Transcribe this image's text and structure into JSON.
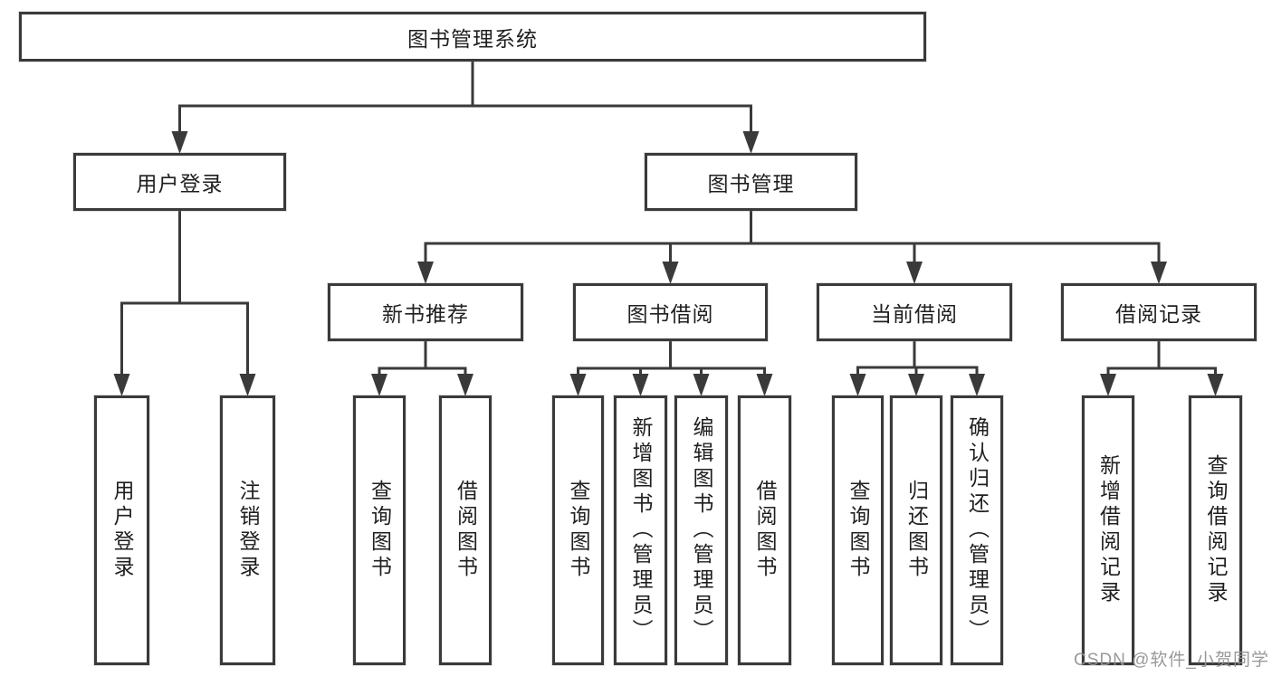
{
  "nodes": [
    {
      "id": "root",
      "label": "图书管理系统"
    },
    {
      "id": "user-login",
      "label": "用户登录"
    },
    {
      "id": "book-mgmt",
      "label": "图书管理"
    },
    {
      "id": "new-book-rec",
      "label": "新书推荐"
    },
    {
      "id": "book-borrow",
      "label": "图书借阅"
    },
    {
      "id": "current-borrow",
      "label": "当前借阅"
    },
    {
      "id": "borrow-records",
      "label": "借阅记录"
    },
    {
      "id": "login",
      "label": "用户登录"
    },
    {
      "id": "logout",
      "label": "注销登录"
    },
    {
      "id": "nbr-query-books",
      "label": "查询图书"
    },
    {
      "id": "nbr-borrow-books",
      "label": "借阅图书"
    },
    {
      "id": "bb-query-books",
      "label": "查询图书"
    },
    {
      "id": "bb-add-books",
      "label": "新增图书（管理员）"
    },
    {
      "id": "bb-edit-books",
      "label": "编辑图书（管理员）"
    },
    {
      "id": "bb-borrow-books",
      "label": "借阅图书"
    },
    {
      "id": "cb-query-books",
      "label": "查询图书"
    },
    {
      "id": "cb-return-books",
      "label": "归还图书"
    },
    {
      "id": "cb-confirm-return",
      "label": "确认归还（管理员）"
    },
    {
      "id": "br-add-record",
      "label": "新增借阅记录"
    },
    {
      "id": "br-query-record",
      "label": "查询借阅记录"
    }
  ],
  "edges": [
    [
      "root",
      "user-login"
    ],
    [
      "root",
      "book-mgmt"
    ],
    [
      "user-login",
      "login"
    ],
    [
      "user-login",
      "logout"
    ],
    [
      "book-mgmt",
      "new-book-rec"
    ],
    [
      "book-mgmt",
      "book-borrow"
    ],
    [
      "book-mgmt",
      "current-borrow"
    ],
    [
      "book-mgmt",
      "borrow-records"
    ],
    [
      "new-book-rec",
      "nbr-query-books"
    ],
    [
      "new-book-rec",
      "nbr-borrow-books"
    ],
    [
      "book-borrow",
      "bb-query-books"
    ],
    [
      "book-borrow",
      "bb-add-books"
    ],
    [
      "book-borrow",
      "bb-edit-books"
    ],
    [
      "book-borrow",
      "bb-borrow-books"
    ],
    [
      "current-borrow",
      "cb-query-books"
    ],
    [
      "current-borrow",
      "cb-return-books"
    ],
    [
      "current-borrow",
      "cb-confirm-return"
    ],
    [
      "borrow-records",
      "br-add-record"
    ],
    [
      "borrow-records",
      "br-query-record"
    ]
  ],
  "watermark": {
    "text": "CSDN @软件_小贺同学"
  },
  "colors": {
    "line": "#3a3a3a",
    "text": "#1f1f1f",
    "background": "#ffffff",
    "watermark": "#949494"
  }
}
